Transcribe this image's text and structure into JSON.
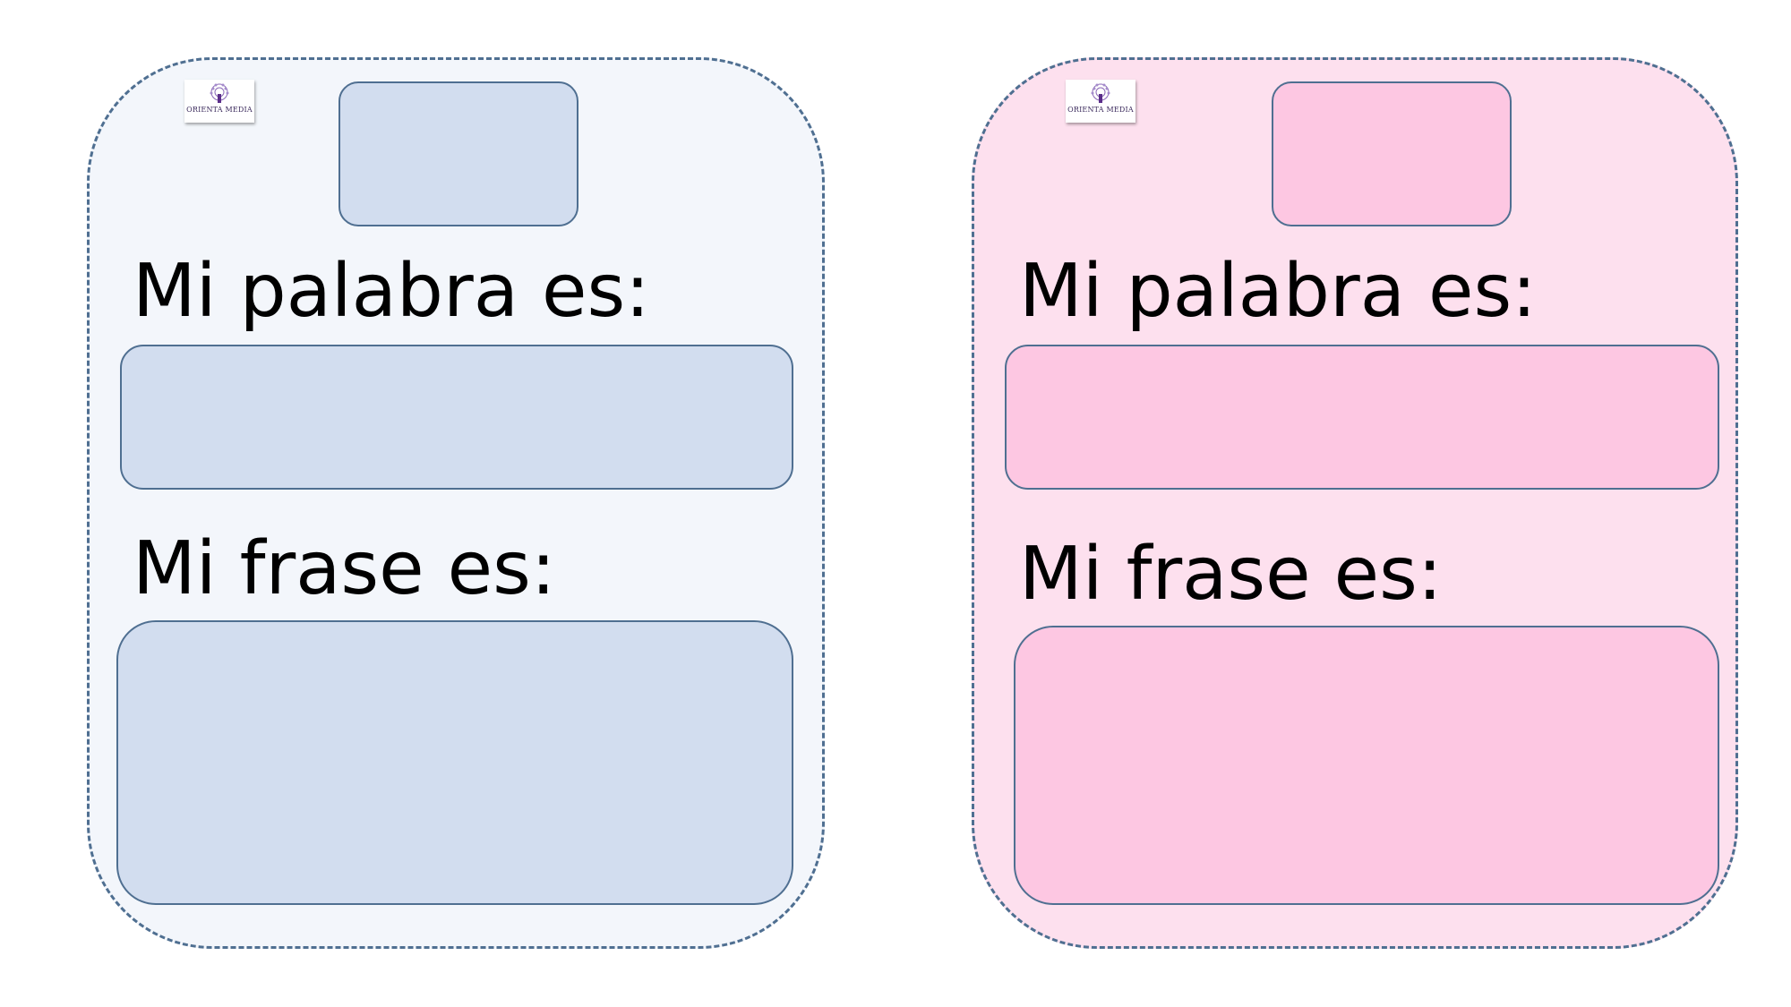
{
  "cards": [
    {
      "logo_text": "ORIENTA MEDIA",
      "word_label": "Mi palabra es:",
      "sentence_label": "Mi frase es:"
    },
    {
      "logo_text": "ORIENTA MEDIA",
      "word_label": "Mi palabra es:",
      "sentence_label": "Mi frase es:"
    }
  ],
  "colors": {
    "border": "#4f6f91",
    "blue_card_background": "#f3f6fb",
    "blue_box_fill": "#d2ddef",
    "pink_card_background": "#fde0ee",
    "pink_box_fill": "#fdc7e2"
  }
}
